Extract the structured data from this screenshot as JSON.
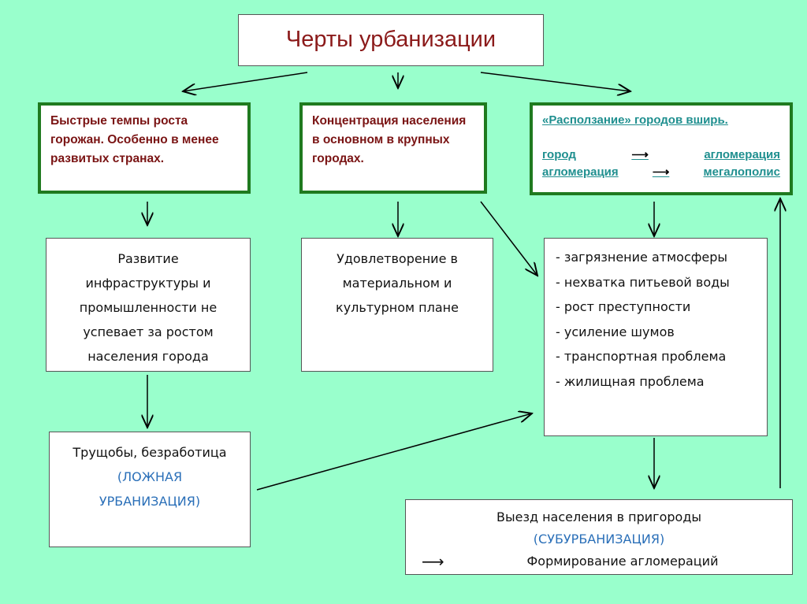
{
  "title": "Черты урбанизации",
  "features": [
    {
      "text": "Быстрые темпы роста горожан. Особенно в менее развитых странах."
    },
    {
      "text": "Концентрация населения в основном в крупных городах."
    },
    {
      "heading": "«Расползание» городов вширь.",
      "chain": [
        {
          "from": "город",
          "to": "агломерация"
        },
        {
          "from": "агломерация",
          "to": "мегалополис"
        }
      ]
    }
  ],
  "consequences": {
    "infrastructure": [
      "Развитие",
      "инфраструктуры и",
      "промышленности не",
      "успевает за ростом",
      "населения города"
    ],
    "satisfaction": [
      "Удовлетворение в",
      "материальном и",
      "культурном плане"
    ],
    "problems": [
      "- загрязнение атмосферы",
      "- нехватка питьевой воды",
      "- рост преступности",
      "- усиление шумов",
      "- транспортная проблема",
      "- жилищная проблема"
    ],
    "slums": {
      "text": "Трущобы, безработица",
      "term": [
        "(ЛОЖНАЯ",
        "УРБАНИЗАЦИЯ)"
      ]
    },
    "suburb": {
      "text": "Выезд населения в пригороды",
      "term": "(СУБУРБАНИЗАЦИЯ)",
      "result": "Формирование агломераций"
    }
  },
  "colors": {
    "background": "#99ffcc",
    "border": "#1f7a1f",
    "heading": "#7a1414",
    "term": "#2a6fb8",
    "link": "#1f8f8f"
  }
}
